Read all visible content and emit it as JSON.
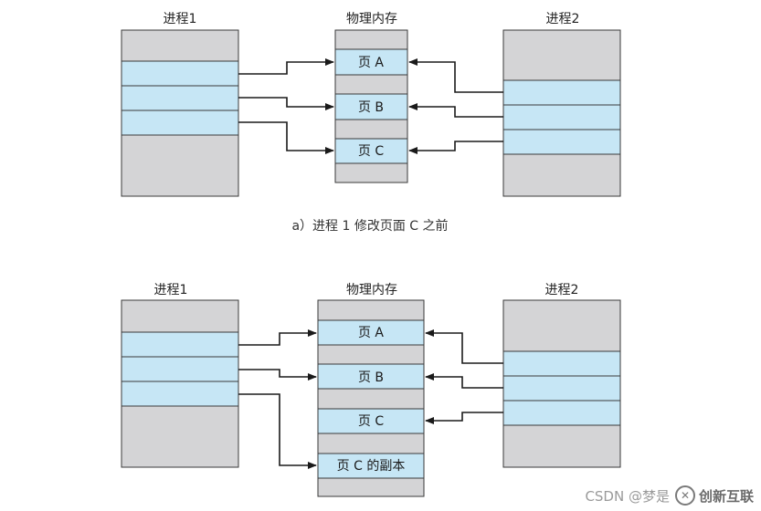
{
  "colors": {
    "gray": "#d4d4d6",
    "blue": "#c6e6f5",
    "stroke": "#3a3a3a",
    "arrow": "#1a1a1a"
  },
  "diagram_a": {
    "process1_label": "进程1",
    "memory_label": "物理内存",
    "process2_label": "进程2",
    "caption": "a）进程 1 修改页面 C 之前",
    "page_a": "页 A",
    "page_b": "页 B",
    "page_c": "页 C"
  },
  "diagram_b": {
    "process1_label": "进程1",
    "memory_label": "物理内存",
    "process2_label": "进程2",
    "page_a": "页 A",
    "page_b": "页 B",
    "page_c": "页 C",
    "page_c_copy": "页 C 的副本"
  },
  "watermark": {
    "text": "CSDN @梦是",
    "logo_text": "创新互联"
  }
}
